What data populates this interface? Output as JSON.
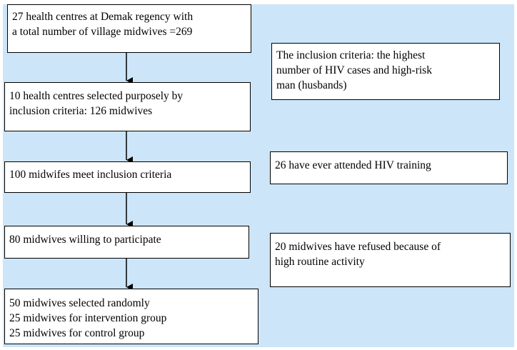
{
  "main_flow": [
    {
      "id": "step1",
      "lines": [
        "27 health centres at Demak regency with",
        "a total number of village midwives =269"
      ]
    },
    {
      "id": "step2",
      "lines": [
        "10 health centres selected purposely by",
        "inclusion criteria:  126 midwives"
      ]
    },
    {
      "id": "step3",
      "lines": [
        "100 midwifes meet inclusion criteria"
      ]
    },
    {
      "id": "step4",
      "lines": [
        "80 midwives willing  to participate"
      ]
    },
    {
      "id": "step5",
      "lines": [
        "50 midwives selected randomly",
        "25 midwives for intervention group",
        "25 midwives for control group"
      ]
    }
  ],
  "side_notes": [
    {
      "id": "note1",
      "lines": [
        "The inclusion criteria:  the highest",
        "number of HIV cases and high-risk",
        "man (husbands)"
      ]
    },
    {
      "id": "note2",
      "lines": [
        "26 have ever attended HIV training"
      ]
    },
    {
      "id": "note3",
      "lines": [
        "20 midwives have refused because of",
        "high routine activity"
      ]
    }
  ],
  "colors": {
    "background_panel": "#cce5f8",
    "box_fill": "#ffffff",
    "border": "#000000",
    "arrow": "#000000"
  }
}
